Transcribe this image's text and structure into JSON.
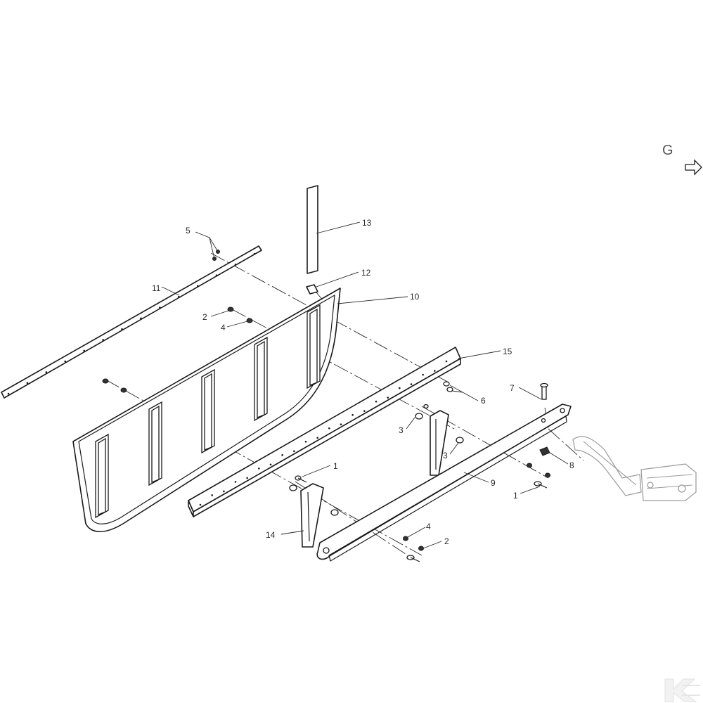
{
  "view": {
    "letter": "G",
    "arrow_icon": "view-arrow-icon"
  },
  "callouts": [
    {
      "id": "c1a",
      "label": "1"
    },
    {
      "id": "c1b",
      "label": "1"
    },
    {
      "id": "c2a",
      "label": "2"
    },
    {
      "id": "c2b",
      "label": "2"
    },
    {
      "id": "c3a",
      "label": "3"
    },
    {
      "id": "c3b",
      "label": "3"
    },
    {
      "id": "c4a",
      "label": "4"
    },
    {
      "id": "c4b",
      "label": "4"
    },
    {
      "id": "c5",
      "label": "5"
    },
    {
      "id": "c6",
      "label": "6"
    },
    {
      "id": "c7",
      "label": "7"
    },
    {
      "id": "c8",
      "label": "8"
    },
    {
      "id": "c9",
      "label": "9"
    },
    {
      "id": "c10",
      "label": "10"
    },
    {
      "id": "c11",
      "label": "11"
    },
    {
      "id": "c12",
      "label": "12"
    },
    {
      "id": "c13",
      "label": "13"
    },
    {
      "id": "c14",
      "label": "14"
    },
    {
      "id": "c15",
      "label": "15"
    }
  ],
  "logo": {
    "icon": "brand-k-logo-icon"
  },
  "colors": {
    "line": "#1a1a1a",
    "ghost": "#9a9a9a",
    "background": "#ffffff"
  }
}
